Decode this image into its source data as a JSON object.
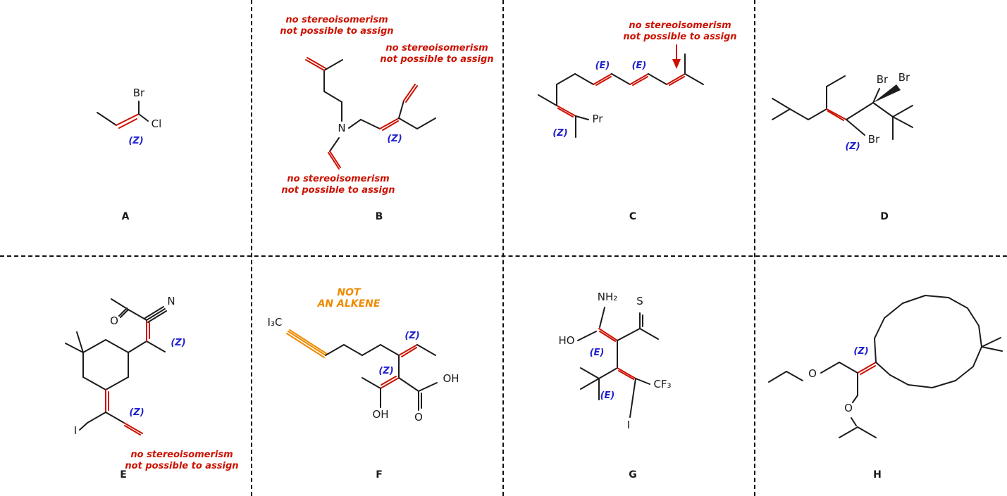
{
  "colors": {
    "skeleton": "#1c1c1c",
    "highlight_red": "#cc1100",
    "stereo_blue": "#2222cc",
    "warning_orange": "#ee8b00",
    "divider": "#111111",
    "background": "#ffffff"
  },
  "panels": {
    "a": {
      "label": "A",
      "atoms": {
        "br": "Br",
        "cl": "Cl"
      },
      "stereo": [
        "(Z)"
      ]
    },
    "b": {
      "label": "B",
      "atoms": {
        "n": "N"
      },
      "stereo": [
        "(Z)"
      ],
      "annotations": {
        "top": [
          "no stereoisomerism",
          "not possible to assign"
        ],
        "right": [
          "no stereoisomerism",
          "not possible to assign"
        ],
        "bottom": [
          "no stereoisomerism",
          "not possible to assign"
        ]
      }
    },
    "c": {
      "label": "C",
      "atoms": {
        "pr": "Pr"
      },
      "stereo": [
        "(E)",
        "(E)",
        "(Z)"
      ],
      "annotation": [
        "no stereoisomerism",
        "not possible to assign"
      ]
    },
    "d": {
      "label": "D",
      "atoms": {
        "br_top_left": "Br",
        "br_top_right": "Br",
        "br_vinyl": "Br"
      },
      "stereo": [
        "(Z)"
      ]
    },
    "e": {
      "label": "E",
      "atoms": {
        "o": "O",
        "n": "N",
        "i": "I"
      },
      "stereo": [
        "(Z)",
        "(Z)"
      ],
      "annotation": [
        "no stereoisomerism",
        "not possible to assign"
      ]
    },
    "f": {
      "label": "F",
      "atoms": {
        "i3c": "I₃C",
        "oh_enol": "OH",
        "o_acid": "O",
        "oh_acid": "OH"
      },
      "stereo": [
        "(Z)",
        "(Z)"
      ],
      "annotation": [
        "NOT",
        "AN ALKENE"
      ]
    },
    "g": {
      "label": "G",
      "atoms": {
        "nh2": "NH₂",
        "s": "S",
        "ho": "HO",
        "cf3": "CF₃",
        "i": "I"
      },
      "stereo": [
        "(E)",
        "(E)"
      ]
    },
    "h": {
      "label": "H",
      "atoms": {
        "o_propyl": "O",
        "o_isopropyl": "O"
      },
      "stereo": [
        "(Z)"
      ]
    }
  }
}
